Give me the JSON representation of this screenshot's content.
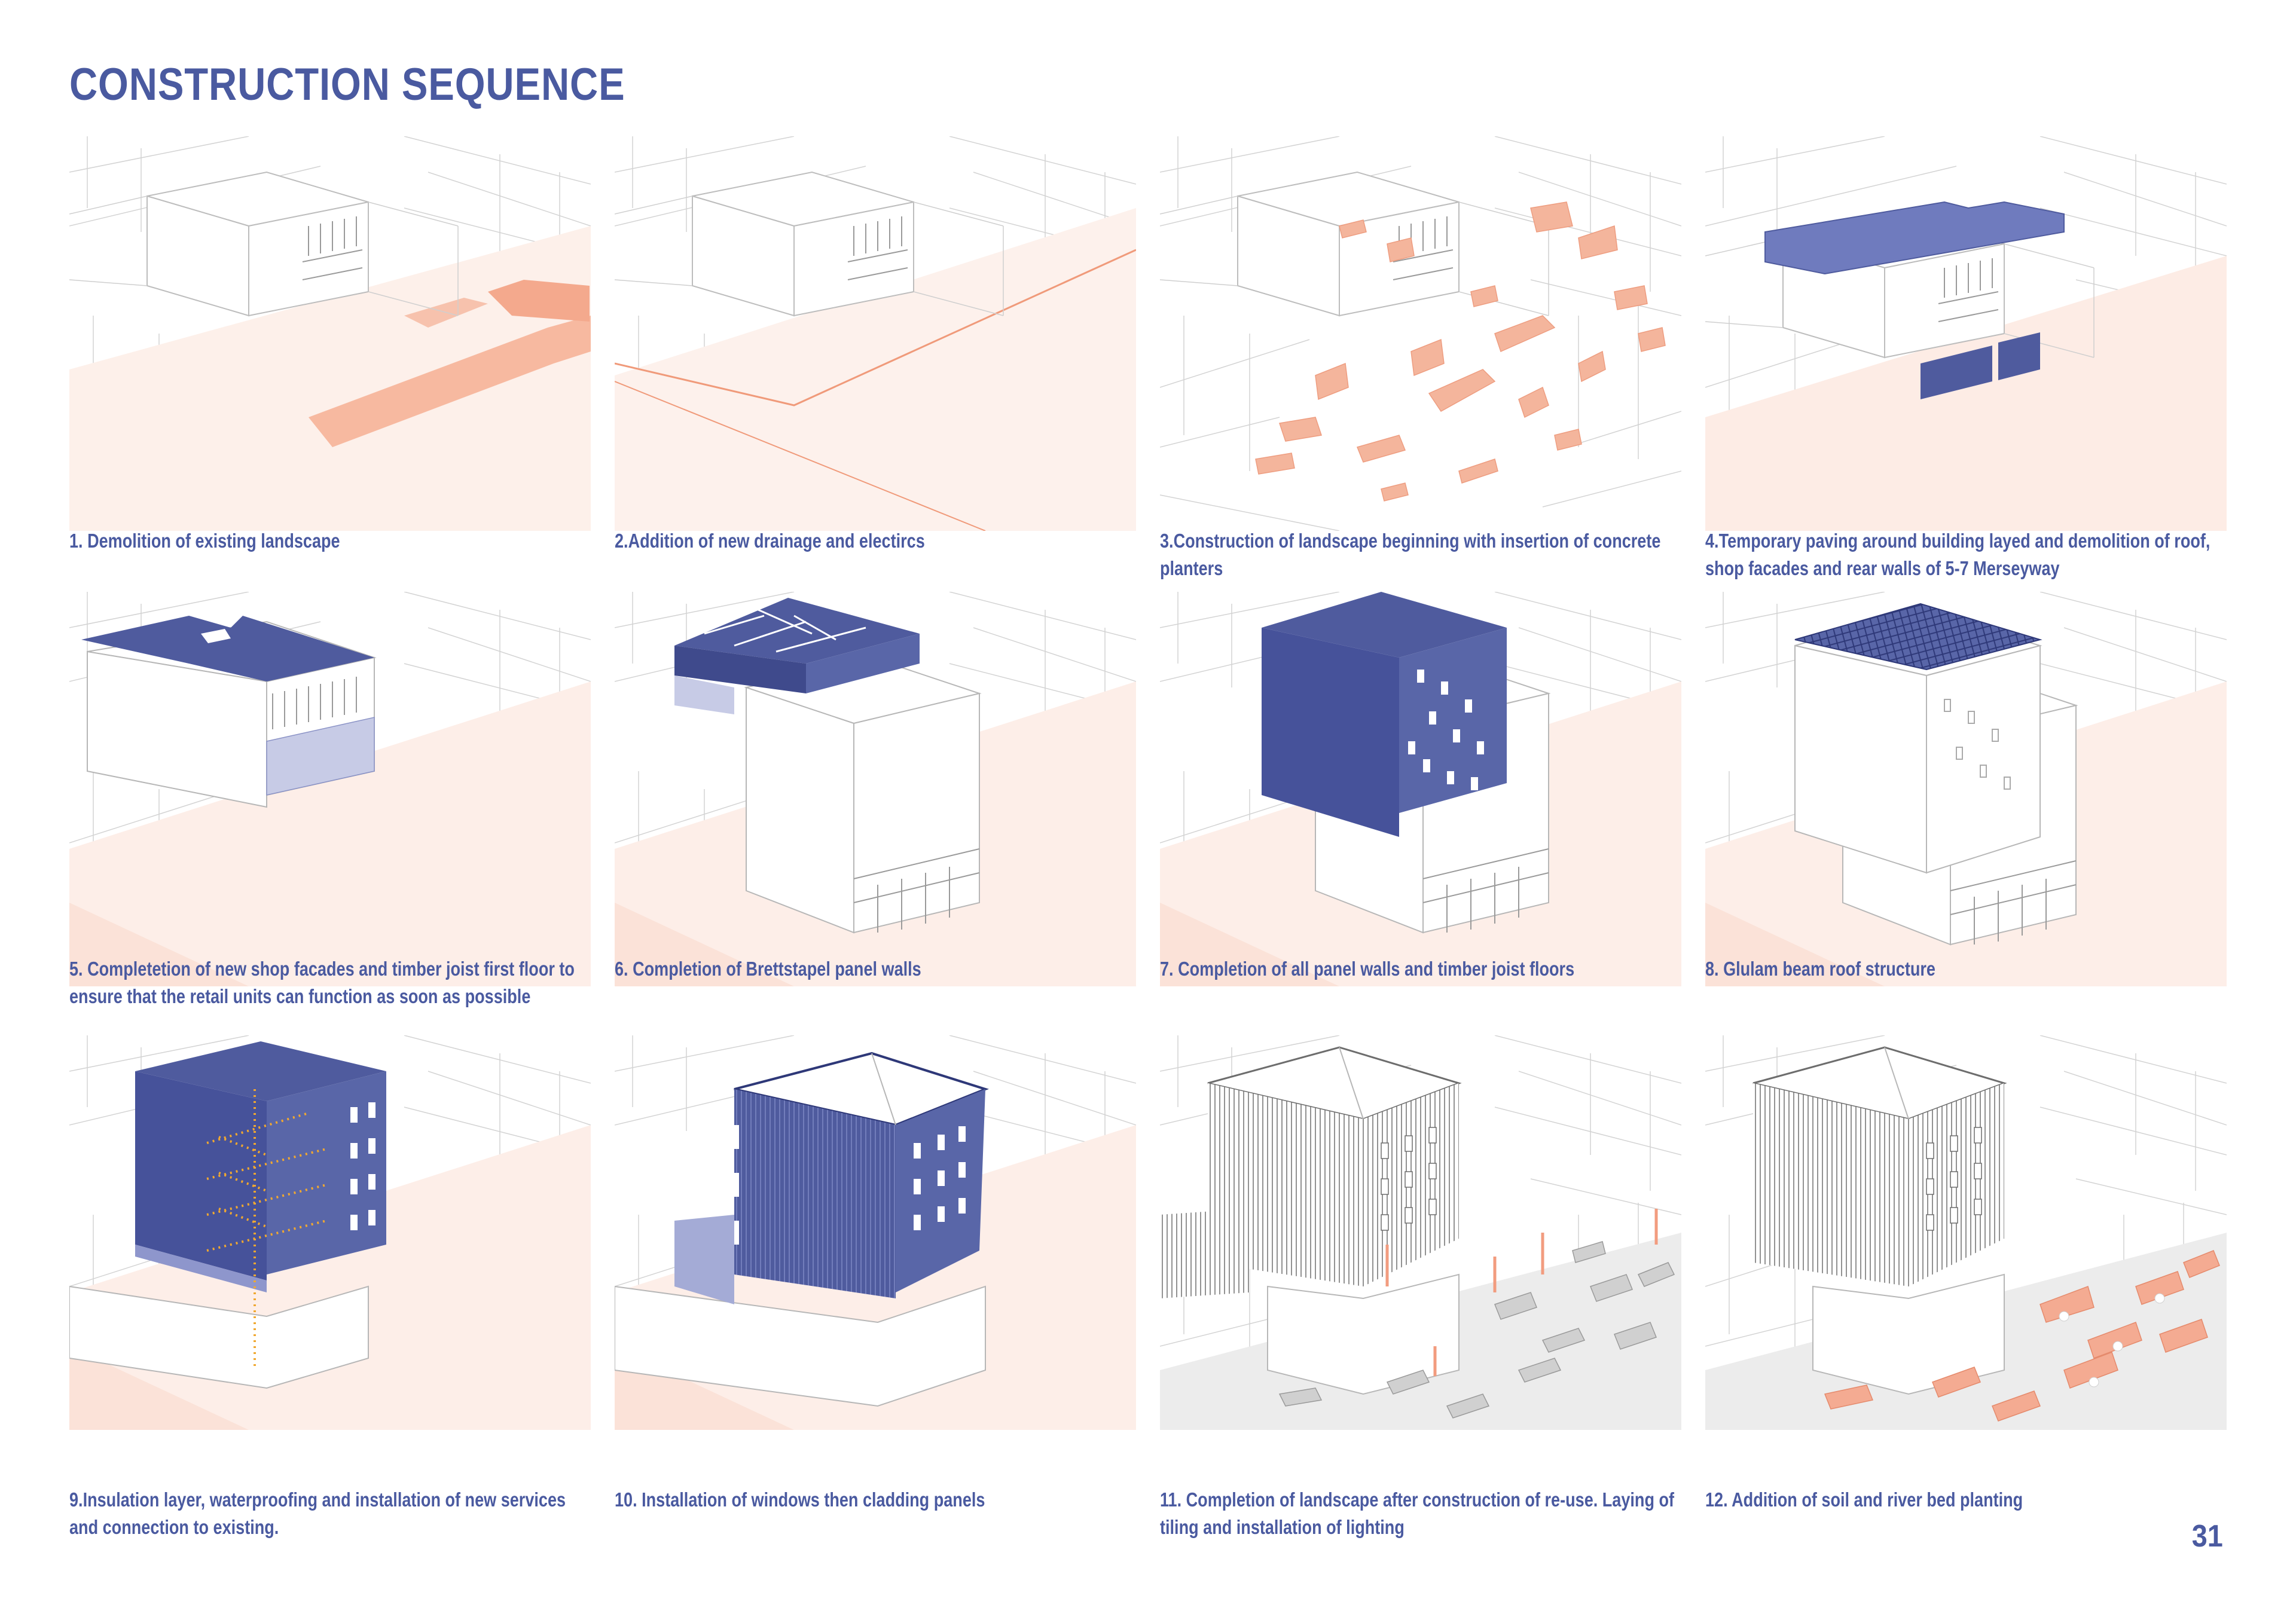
{
  "header": {
    "title": "CONSTRUCTION SEQUENCE"
  },
  "colors": {
    "accent": "#4a5aa0",
    "blue_fill": "#4f5b9e",
    "salmon": "#f4ab92",
    "salmon_light": "#fde8df",
    "line_grey": "#c9c9c9",
    "orange_dots": "#f0a830"
  },
  "steps": [
    {
      "caption": "1. Demolition of existing landscape"
    },
    {
      "caption": "2.Addition of new drainage and electircs"
    },
    {
      "caption": "3.Construction of landscape beginning with insertion of concrete planters"
    },
    {
      "caption": "4.Temporary paving around building layed and demolition of roof, shop facades and rear walls of 5-7 Merseyway"
    },
    {
      "caption": "5. Completetion of new shop facades and timber joist first floor to ensure that the retail units can function as soon as possible"
    },
    {
      "caption": "6. Completion of Brettstapel panel walls"
    },
    {
      "caption": "7. Completion of all panel walls and timber joist floors"
    },
    {
      "caption": "8. Glulam beam roof structure"
    },
    {
      "caption": "9.Insulation layer, waterproofing and installation of new services and connection to existing."
    },
    {
      "caption": "10. Installation of windows then cladding panels"
    },
    {
      "caption": "11. Completion of landscape after construction of re-use. Laying of tiling and installation of lighting"
    },
    {
      "caption": "12. Addition of soil and river bed planting"
    }
  ],
  "footer": {
    "page_number": "31"
  }
}
